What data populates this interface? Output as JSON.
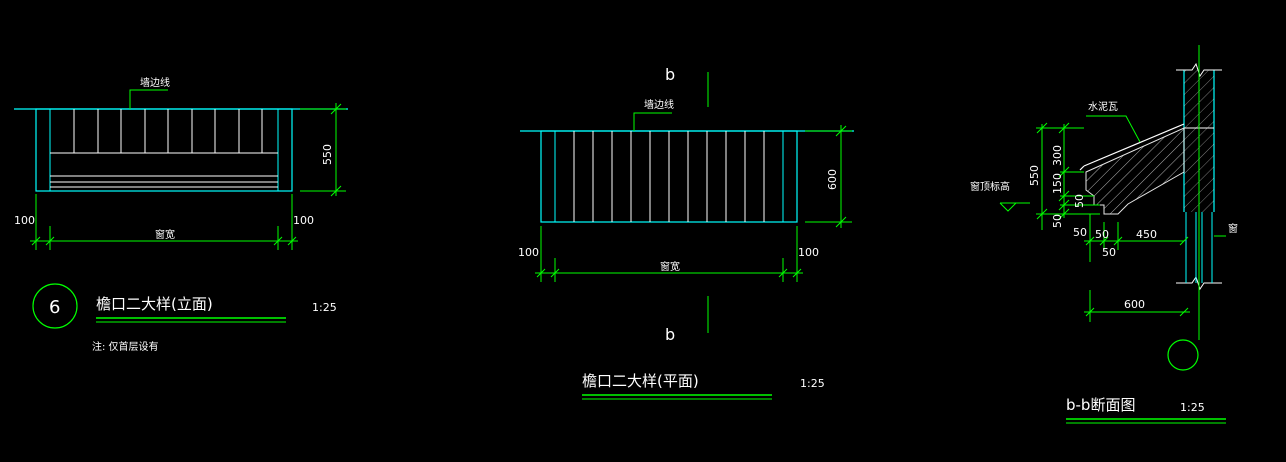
{
  "colors": {
    "background": "#000000",
    "dimension_green": "#00ff00",
    "outline_cyan": "#00ffff",
    "line_white": "#ffffff",
    "label_white": "#ffffff"
  },
  "elevation": {
    "leader_label": "墙边线",
    "dim_height": "550",
    "dim_left": "100",
    "dim_right": "100",
    "dim_width": "窗宽",
    "detail_number": "6",
    "title": "檐口二大样(立面)",
    "scale": "1:25",
    "note": "注: 仅首层设有"
  },
  "plan": {
    "section_mark_top": "b",
    "section_mark_bottom": "b",
    "leader_label": "墙边线",
    "dim_height": "600",
    "dim_left": "100",
    "dim_right": "100",
    "dim_width": "窗宽",
    "title": "檐口二大样(平面)",
    "scale": "1:25"
  },
  "section": {
    "label_tile": "水泥瓦",
    "label_window_top": "窗顶标高",
    "label_window": "窗",
    "dim_550": "550",
    "dim_300": "300",
    "dim_150": "150",
    "dim_50a": "50",
    "dim_50b": "50",
    "dim_50c": "50",
    "dim_50d": "50",
    "dim_50e": "50",
    "dim_450": "450",
    "dim_600": "600",
    "title": "b-b断面图",
    "scale": "1:25"
  }
}
